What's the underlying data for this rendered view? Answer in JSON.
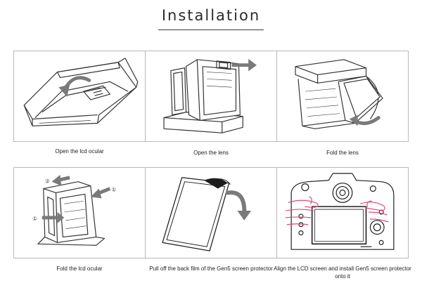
{
  "page": {
    "title": "Installation"
  },
  "steps": [
    {
      "caption": "Open the lcd ocular"
    },
    {
      "caption": "Open the lens"
    },
    {
      "caption": "Fold the lens"
    },
    {
      "caption": "Fold the lcd ocular"
    },
    {
      "caption": "Pull off the back film of the Gen5 screen protector"
    },
    {
      "caption": "Align the LCD screen and install Gen5 screen protector onto it"
    }
  ],
  "markers": {
    "one": "①",
    "two": "②"
  },
  "colors": {
    "line": "#333333",
    "arrow": "#7a7a7a",
    "hand": "#e7467a",
    "camera": "#1e1e1e"
  }
}
